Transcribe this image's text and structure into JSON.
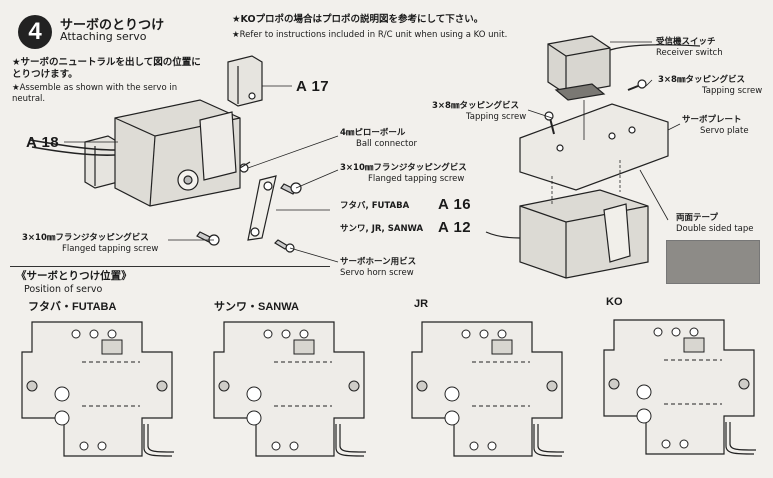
{
  "step": {
    "number": "4",
    "title_jp": "サーボのとりつけ",
    "title_en": "Attaching servo"
  },
  "notes": {
    "neutral_jp": "★サーボのニュートラルを出して図の位置にとりつけます。",
    "neutral_en": "★Assemble as shown with the servo in neutral.",
    "ko_jp": "★KOプロポの場合はプロポの説明図を参考にして下さい。",
    "ko_en": "★Refer to instructions included in R/C unit when using a KO unit."
  },
  "parts": {
    "a17": "A 17",
    "a18": "A 18",
    "a16": "A 16",
    "a12": "A 12"
  },
  "labels": {
    "ball_connector_jp": "4㎜ピローボール",
    "ball_connector_en": "Ball connector",
    "flanged_3x10_jp": "3×10㎜フランジタッピングビス",
    "flanged_3x10_en": "Flanged tapping screw",
    "futaba_label": "フタバ, FUTABA",
    "sanwa_label": "サンワ, JR, SANWA",
    "flanged_left_jp": "3×10㎜フランジタッピングビス",
    "flanged_left_en": "Flanged tapping screw",
    "horn_screw_jp": "サーボホーン用ビス",
    "horn_screw_en": "Servo horn screw",
    "receiver_switch_jp": "受信機スイッチ",
    "receiver_switch_en": "Receiver switch",
    "tapping_3x8_right_jp": "3×8㎜タッピングビス",
    "tapping_3x8_right_en": "Tapping screw",
    "tapping_3x8_left_jp": "3×8㎜タッピングビス",
    "tapping_3x8_left_en": "Tapping screw",
    "servo_plate_jp": "サーボプレート",
    "servo_plate_en": "Servo plate",
    "tape_jp": "両面テープ",
    "tape_en": "Double sided tape"
  },
  "position": {
    "title_jp": "《サーボとりつけ位置》",
    "title_en": "Position of servo",
    "brands": [
      "フタバ・FUTABA",
      "サンワ・SANWA",
      "JR",
      "KO"
    ]
  }
}
